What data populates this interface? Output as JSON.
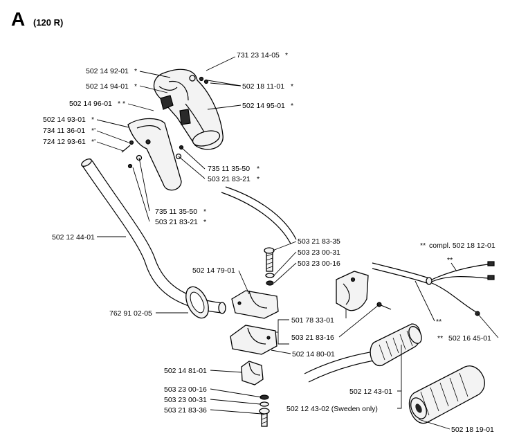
{
  "title": {
    "letter": "A",
    "model": "(120 R)"
  },
  "callouts": [
    {
      "id": "handle-top-a",
      "part": "731 23 14-05",
      "mark": "*"
    },
    {
      "id": "handle-top-b",
      "part": "502 14 92-01",
      "mark": "*"
    },
    {
      "id": "handle-top-c",
      "part": "502 18 11-01",
      "mark": "*"
    },
    {
      "id": "handle-top-d",
      "part": "502 14 94-01",
      "mark": "*"
    },
    {
      "id": "handle-top-e",
      "part": "502 14 96-01",
      "mark": "* *"
    },
    {
      "id": "handle-top-f",
      "part": "502 14 95-01",
      "mark": "*"
    },
    {
      "id": "handle-left-a",
      "part": "502 14 93-01",
      "mark": "*"
    },
    {
      "id": "handle-left-b",
      "part": "734 11 36-01",
      "mark": "*'"
    },
    {
      "id": "handle-left-c",
      "part": "724 12 93-61",
      "mark": "*'"
    },
    {
      "id": "screw-right-a",
      "part": "735 11 35-50",
      "mark": "*"
    },
    {
      "id": "screw-right-b",
      "part": "503 21 83-21",
      "mark": "*"
    },
    {
      "id": "screw-lower-a",
      "part": "735 11 35-50",
      "mark": "*"
    },
    {
      "id": "screw-lower-b",
      "part": "503 21 83-21",
      "mark": "*"
    },
    {
      "id": "bar",
      "part": "502 12 44-01",
      "mark": ""
    },
    {
      "id": "clamp-bolt-a",
      "part": "503 21 83-35",
      "mark": ""
    },
    {
      "id": "clamp-bolt-b",
      "part": "503 23 00-31",
      "mark": ""
    },
    {
      "id": "clamp-bolt-c",
      "part": "503 23 00-16",
      "mark": ""
    },
    {
      "id": "clamp-top",
      "part": "502 14 79-01",
      "mark": ""
    },
    {
      "id": "guard-ring",
      "part": "762 91 02-05",
      "mark": ""
    },
    {
      "id": "bracket",
      "part": "501 78 33-01",
      "mark": ""
    },
    {
      "id": "bracket-screw",
      "part": "503 21 83-16",
      "mark": ""
    },
    {
      "id": "clamp-bottom",
      "part": "502 14 80-01",
      "mark": ""
    },
    {
      "id": "kit",
      "part": "compl. 502 18 12-01",
      "mark": "**"
    },
    {
      "id": "cable",
      "part": "502 16 45-01",
      "mark": "**"
    },
    {
      "id": "grip-a",
      "part": "502 12 43-01",
      "mark": ""
    },
    {
      "id": "grip-b",
      "part": "502 12 43-02 (Sweden only)",
      "mark": ""
    },
    {
      "id": "clamp-small",
      "part": "502 14 81-01",
      "mark": ""
    },
    {
      "id": "bottom-a",
      "part": "503 23 00-16",
      "mark": ""
    },
    {
      "id": "bottom-b",
      "part": "503 23 00-31",
      "mark": ""
    },
    {
      "id": "bottom-c",
      "part": "503 21 83-36",
      "mark": ""
    },
    {
      "id": "grip-end",
      "part": "502 18 19-01",
      "mark": ""
    }
  ],
  "free_marks": {
    "cable_top": "**",
    "cable_mid": "**"
  }
}
